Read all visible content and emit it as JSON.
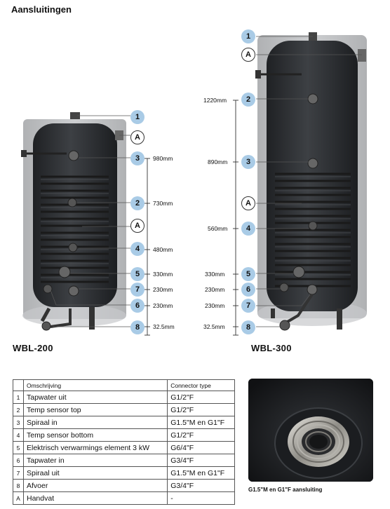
{
  "page_title": "Aansluitingen",
  "tanks": {
    "left": {
      "model": "WBL-200",
      "dimensions": [
        "980mm",
        "730mm",
        "480mm",
        "330mm",
        "230mm",
        "230mm",
        "32.5mm"
      ]
    },
    "right": {
      "model": "WBL-300",
      "dimensions": [
        "1220mm",
        "890mm",
        "560mm",
        "330mm",
        "230mm",
        "230mm",
        "32.5mm"
      ]
    }
  },
  "markers": {
    "left": [
      "1",
      "A",
      "3",
      "2",
      "A",
      "4",
      "5",
      "7",
      "6",
      "8"
    ],
    "right": [
      "1",
      "A",
      "2",
      "3",
      "A",
      "4",
      "5",
      "6",
      "7",
      "8"
    ]
  },
  "table": {
    "headers": [
      "",
      "Omschrijving",
      "Connector type"
    ],
    "rows": [
      [
        "1",
        "Tapwater uit",
        "G1/2\"F"
      ],
      [
        "2",
        "Temp sensor top",
        "G1/2\"F"
      ],
      [
        "3",
        "Spiraal in",
        "G1.5\"M  en  G1\"F"
      ],
      [
        "4",
        "Temp sensor bottom",
        "G1/2\"F"
      ],
      [
        "5",
        "Elektrisch verwarmings element  3 kW",
        "G6/4\"F"
      ],
      [
        "6",
        "Tapwater in",
        "G3/4\"F"
      ],
      [
        "7",
        "Spiraal uit",
        "G1.5\"M  en  G1\"F"
      ],
      [
        "8",
        "Afvoer",
        "G3/4\"F"
      ],
      [
        "A",
        "Handvat",
        "-"
      ]
    ]
  },
  "photo_caption": "G1.5\"M  en  G1\"F aansluiting",
  "colors": {
    "marker_fill": "#a9cbe6",
    "tank_dark": "#2b2d30",
    "tank_shell": "#8a8c8f"
  }
}
